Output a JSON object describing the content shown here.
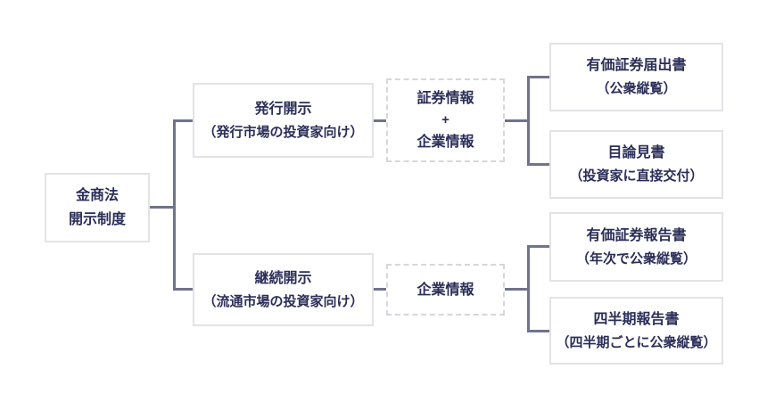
{
  "diagram": {
    "root": {
      "line1": "金商法",
      "line2": "開示制度"
    },
    "issuance": {
      "title": "発行開示",
      "subtitle": "（発行市場の投資家向け）",
      "info": {
        "line1": "証券情報",
        "line2": "+",
        "line3": "企業情報"
      },
      "doc1": {
        "title": "有価証券届出書",
        "subtitle": "（公衆縦覧）"
      },
      "doc2": {
        "title": "目論見書",
        "subtitle": "（投資家に直接交付）"
      }
    },
    "continuous": {
      "title": "継続開示",
      "subtitle": "（流通市場の投資家向け）",
      "info": {
        "line1": "企業情報"
      },
      "doc1": {
        "title": "有価証券報告書",
        "subtitle": "（年次で公衆縦覧）"
      },
      "doc2": {
        "title": "四半期報告書",
        "subtitle": "（四半期ごとに公衆縦覧）"
      }
    },
    "colors": {
      "text": "#2b2e58",
      "connector": "#70738c",
      "box_border": "#e3e3e7",
      "dashed_border": "#d6d6dc",
      "background": "#ffffff"
    }
  }
}
